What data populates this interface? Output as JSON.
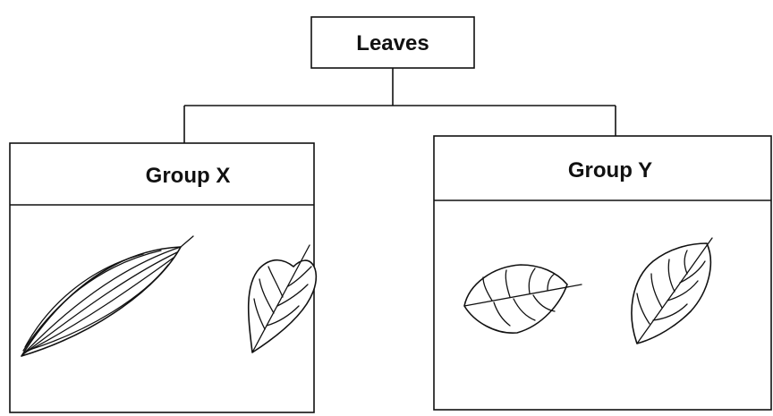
{
  "root": {
    "label": "Leaves"
  },
  "groups": [
    {
      "label": "Group X",
      "leaves": [
        "parallel-veined-leaf",
        "net-veined-heart-leaf"
      ]
    },
    {
      "label": "Group Y",
      "leaves": [
        "net-veined-oval-leaf",
        "net-veined-pointed-leaf"
      ]
    }
  ]
}
